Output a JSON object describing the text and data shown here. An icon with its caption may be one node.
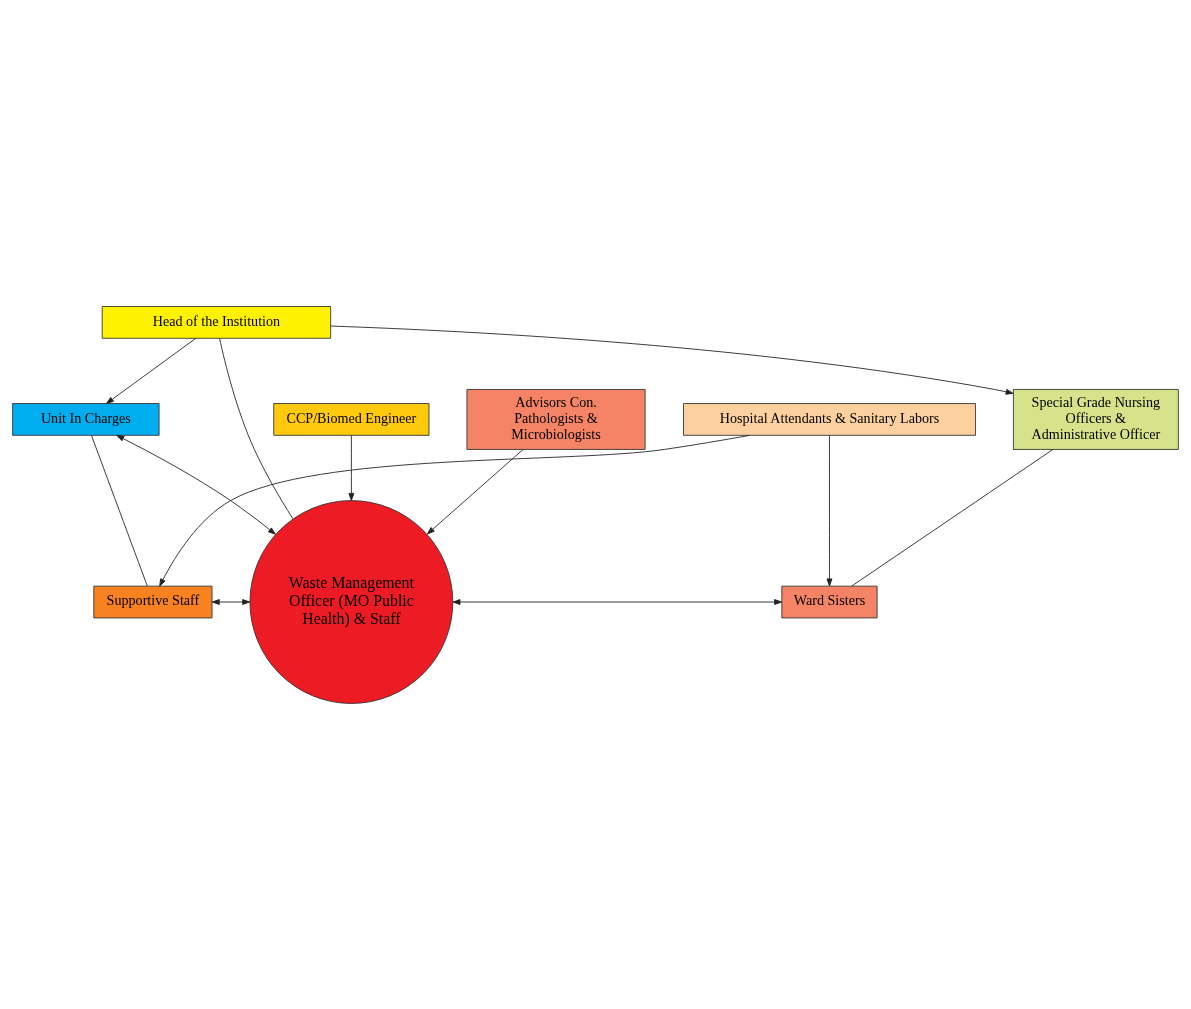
{
  "diagram": {
    "nodes": [
      {
        "text": [
          "Head of the Institution"
        ]
      },
      {
        "text": [
          "CCP/Biomed Engineer"
        ]
      },
      {
        "text": [
          "Advisors Con. Pathologists & Microbiologists"
        ]
      },
      {
        "text": [
          "Unit In Charges"
        ]
      },
      {
        "text": [
          "Special Grade Nursing Officers & Administrative Officer"
        ]
      },
      {
        "text": [
          "Waste Management Officer (MO Public Health) & Staff"
        ]
      },
      {
        "text": [
          "Supportive Staff"
        ]
      },
      {
        "text": [
          "Ward Sisters"
        ]
      },
      {
        "text": [
          "Hospital Attendants & Sanitary Labors"
        ]
      }
    ],
    "edges": [
      {
        "from": 0,
        "to": 5,
        "arrow": "none"
      },
      {
        "from": 0,
        "to": 3,
        "arrow": "to"
      },
      {
        "from": 0,
        "to": 4,
        "arrow": "to"
      },
      {
        "from": 1,
        "to": 5,
        "arrow": "to"
      },
      {
        "from": 2,
        "to": 5,
        "arrow": "to"
      },
      {
        "from": 3,
        "to": 5,
        "arrow": "both"
      },
      {
        "from": 3,
        "to": 6,
        "arrow": "none"
      },
      {
        "from": 6,
        "to": 5,
        "arrow": "both"
      },
      {
        "from": 4,
        "to": 7,
        "arrow": "none"
      },
      {
        "from": 5,
        "to": 7,
        "arrow": "both"
      },
      {
        "from": 8,
        "to": 6,
        "arrow": "to"
      },
      {
        "from": 8,
        "to": 7,
        "arrow": "to"
      }
    ]
  }
}
